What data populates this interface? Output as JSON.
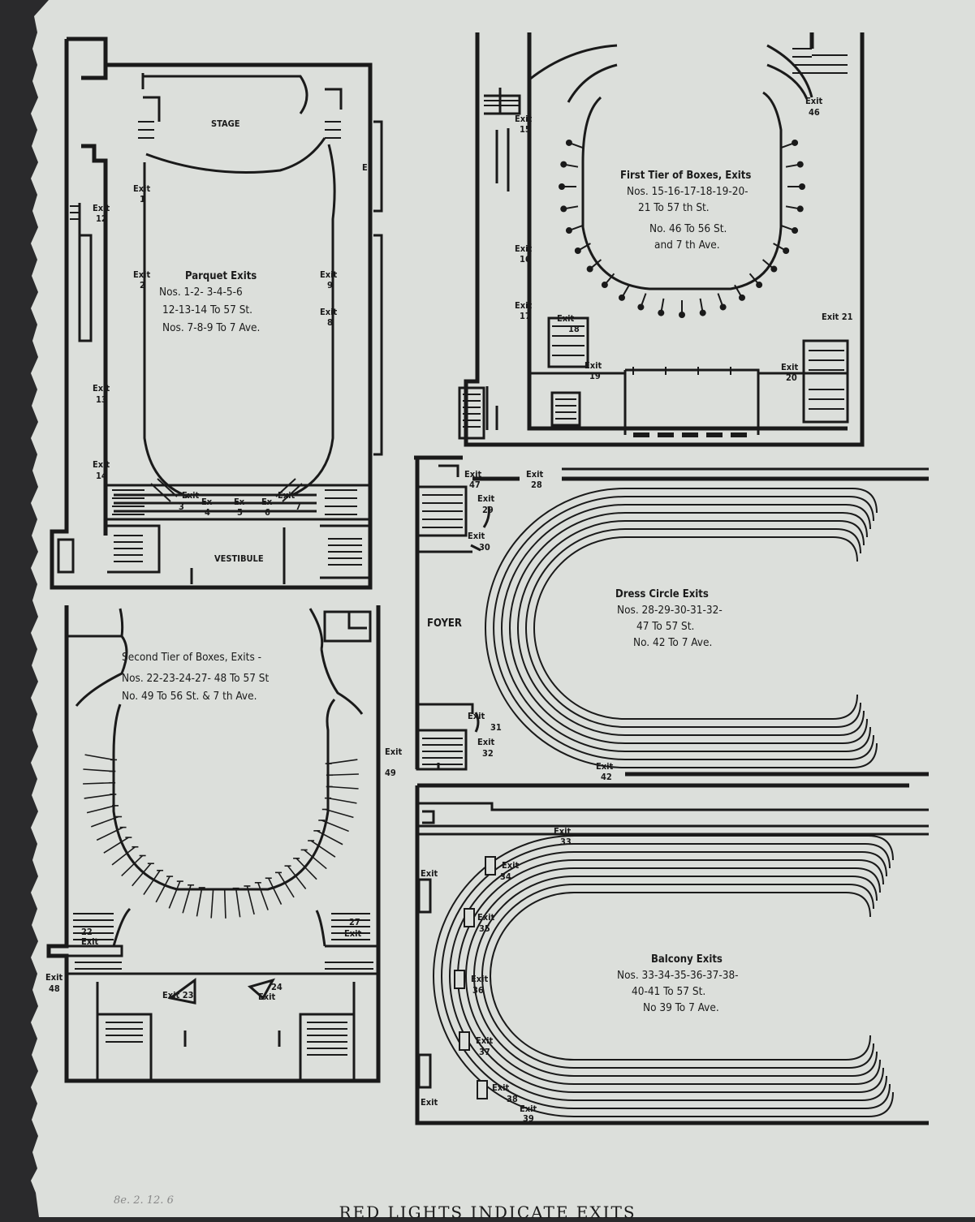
{
  "colors": {
    "paper": "#dcdfdb",
    "ink": "#1a1a1a",
    "background": "#2a2a2c"
  },
  "parquet": {
    "stage": "STAGE",
    "vestibule": "VESTIBULE",
    "title": "Parquet Exits",
    "line1": "Nos. 1-2- 3-4-5-6",
    "line2": "12-13-14 To 57 St.",
    "line3": "Nos. 7-8-9 To 7 Ave.",
    "exit1": [
      "Exit",
      "1"
    ],
    "exit2": [
      "Exit",
      "2"
    ],
    "exit12": [
      "Exit",
      "12"
    ],
    "exit13": [
      "Exit",
      "13"
    ],
    "exit14": [
      "Exit",
      "14"
    ],
    "exit9": [
      "Exit",
      "9"
    ],
    "exit8": [
      "Exit",
      "8"
    ],
    "exit3": [
      "Exit",
      "3"
    ],
    "ex4": [
      "Ex",
      "4"
    ],
    "ex5": [
      "Ex",
      "5"
    ],
    "ex6": [
      "Ex",
      "6"
    ],
    "exit7": [
      "Exit",
      "7"
    ],
    "e_mark": "E"
  },
  "first_tier": {
    "title": "First Tier of Boxes, Exits",
    "line1": "Nos. 15-16-17-18-19-20-",
    "line2": "21 To 57 th St.",
    "line3": "No. 46 To 56 St.",
    "line4": "and 7 th Ave.",
    "exit15": [
      "Exit",
      "15"
    ],
    "exit16": [
      "Exit",
      "16"
    ],
    "exit17": [
      "Exit",
      "17"
    ],
    "exit18": [
      "Exit",
      "18"
    ],
    "exit19": [
      "Exit",
      "19"
    ],
    "exit20": [
      "Exit",
      "20"
    ],
    "exit21": "Exit 21",
    "exit46": [
      "Exit",
      "46"
    ]
  },
  "dress_circle": {
    "foyer": "FOYER",
    "title": "Dress Circle Exits",
    "line1": "Nos. 28-29-30-31-32-",
    "line2": "47 To 57 St.",
    "line3": "No. 42 To 7 Ave.",
    "exit47": [
      "Exit",
      "47"
    ],
    "exit28": [
      "Exit",
      "28"
    ],
    "exit29": [
      "Exit",
      "29"
    ],
    "exit30": [
      "Exit",
      "30"
    ],
    "exit31": [
      "Exit",
      "31"
    ],
    "exit32": [
      "Exit",
      "32"
    ],
    "exit42": [
      "Exit",
      "42"
    ]
  },
  "second_tier": {
    "title": "Second Tier of Boxes, Exits -",
    "line1": "Nos. 22-23-24-27- 48 To 57 St",
    "line2": "No. 49 To 56 St. & 7 th Ave.",
    "exit49": [
      "Exit",
      "49"
    ],
    "exit22": [
      "22",
      "Exit"
    ],
    "exit27": [
      "27",
      "Exit"
    ],
    "exit48": [
      "Exit",
      "48"
    ],
    "exit23": "Exit 23",
    "exit24": [
      "24",
      "Exit"
    ]
  },
  "balcony": {
    "title": "Balcony Exits",
    "line1": "Nos. 33-34-35-36-37-38-",
    "line2": "40-41 To 57 St.",
    "line3": "No 39 To 7 Ave.",
    "exit33": [
      "Exit",
      "33"
    ],
    "exit34": [
      "Exit",
      "34"
    ],
    "exit35": [
      "Exit",
      "35"
    ],
    "exit36": [
      "Exit",
      "36"
    ],
    "exit37": [
      "Exit",
      "37"
    ],
    "exit38": [
      "Exit",
      "38"
    ],
    "exit39": [
      "Exit",
      "39"
    ],
    "exit_left_top": "Exit",
    "exit_left_bottom": "Exit"
  },
  "footer": "RED LIGHTS INDICATE EXITS",
  "pencil_note": "8e. 2. 12. 6"
}
